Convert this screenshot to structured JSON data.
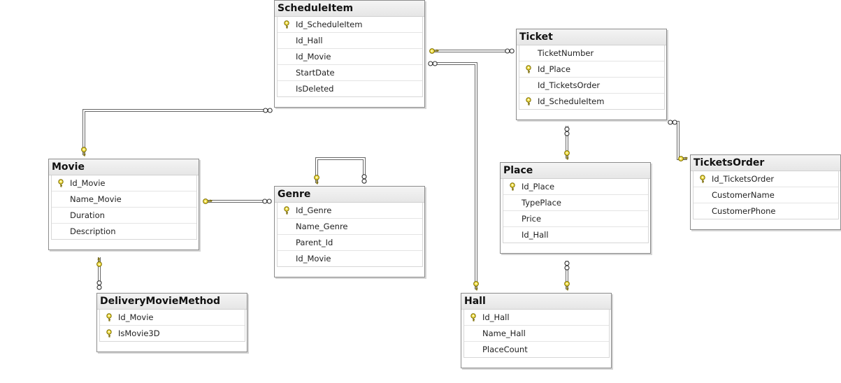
{
  "diagram": {
    "tables": [
      {
        "id": "scheduleitem",
        "name": "ScheduleItem",
        "columns": [
          {
            "name": "Id_ScheduleItem",
            "key": true
          },
          {
            "name": "Id_Hall",
            "key": false
          },
          {
            "name": "Id_Movie",
            "key": false
          },
          {
            "name": "StartDate",
            "key": false
          },
          {
            "name": "IsDeleted",
            "key": false
          }
        ]
      },
      {
        "id": "ticket",
        "name": "Ticket",
        "columns": [
          {
            "name": "TicketNumber",
            "key": false
          },
          {
            "name": "Id_Place",
            "key": true
          },
          {
            "name": "Id_TicketsOrder",
            "key": false
          },
          {
            "name": "Id_ScheduleItem",
            "key": true
          }
        ]
      },
      {
        "id": "movie",
        "name": "Movie",
        "columns": [
          {
            "name": "Id_Movie",
            "key": true
          },
          {
            "name": "Name_Movie",
            "key": false
          },
          {
            "name": "Duration",
            "key": false
          },
          {
            "name": "Description",
            "key": false
          }
        ]
      },
      {
        "id": "genre",
        "name": "Genre",
        "columns": [
          {
            "name": "Id_Genre",
            "key": true
          },
          {
            "name": "Name_Genre",
            "key": false
          },
          {
            "name": "Parent_Id",
            "key": false
          },
          {
            "name": "Id_Movie",
            "key": false
          }
        ]
      },
      {
        "id": "place",
        "name": "Place",
        "columns": [
          {
            "name": "Id_Place",
            "key": true
          },
          {
            "name": "TypePlace",
            "key": false
          },
          {
            "name": "Price",
            "key": false
          },
          {
            "name": "Id_Hall",
            "key": false
          }
        ]
      },
      {
        "id": "ticketsorder",
        "name": "TicketsOrder",
        "columns": [
          {
            "name": "Id_TicketsOrder",
            "key": true
          },
          {
            "name": "CustomerName",
            "key": false
          },
          {
            "name": "CustomerPhone",
            "key": false
          }
        ]
      },
      {
        "id": "deliverymoviemethod",
        "name": "DeliveryMovieMethod",
        "columns": [
          {
            "name": "Id_Movie",
            "key": true
          },
          {
            "name": "IsMovie3D",
            "key": true
          }
        ]
      },
      {
        "id": "hall",
        "name": "Hall",
        "columns": [
          {
            "name": "Id_Hall",
            "key": true
          },
          {
            "name": "Name_Hall",
            "key": false
          },
          {
            "name": "PlaceCount",
            "key": false
          }
        ]
      }
    ],
    "relationships": [
      {
        "id": "movie-scheduleitem",
        "one": "Movie",
        "many": "ScheduleItem"
      },
      {
        "id": "scheduleitem-ticket",
        "one": "ScheduleItem",
        "many": "Ticket"
      },
      {
        "id": "hall-scheduleitem",
        "one": "Hall",
        "many": "ScheduleItem"
      },
      {
        "id": "place-ticket",
        "one": "Place",
        "many": "Ticket"
      },
      {
        "id": "ticketsorder-ticket",
        "one": "TicketsOrder",
        "many": "Ticket"
      },
      {
        "id": "movie-genre",
        "one": "Movie",
        "many": "Genre"
      },
      {
        "id": "genre-genre",
        "one": "Genre",
        "many": "Genre"
      },
      {
        "id": "movie-deliverymoviemethod",
        "one": "Movie",
        "many": "DeliveryMovieMethod"
      },
      {
        "id": "hall-place",
        "one": "Hall",
        "many": "Place"
      }
    ],
    "colors": {
      "key_fill": "#f2e04a",
      "key_stroke": "#7a6a00",
      "line": "#666666",
      "border": "#8c8c8c"
    },
    "icons": {
      "primary_key": "key-icon",
      "one_end": "key-icon",
      "many_end": "infinity-icon"
    }
  }
}
